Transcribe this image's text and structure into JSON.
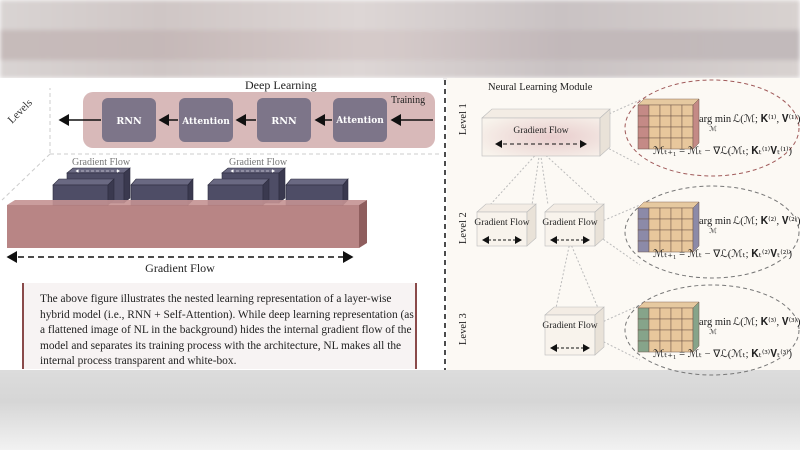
{
  "left_panel": {
    "title": "Deep Learning",
    "training_label": "Training",
    "blocks": [
      "RNN",
      "Attention",
      "RNN",
      "Attention"
    ],
    "axis_label": "Levels",
    "gradient_flow_labels": [
      "Gradient Flow",
      "Gradient Flow"
    ],
    "bottom_label": "Gradient Flow",
    "description": "The above figure illustrates the nested learning representation of a layer-wise hybrid model (i.e., RNN + Self-Attention). While deep learning representation (as a flattened image of NL in the background) hides the internal gradient flow of the model and separates its training process with the architecture, NL makes all the internal process transparent and white-box."
  },
  "right_panel": {
    "title": "Neural Learning Module",
    "levels": [
      {
        "label": "Level 1",
        "boxes": [
          "Gradient Flow"
        ],
        "argmin": "arg min",
        "argmin_sub": "ℳ",
        "objective": "ℒ(ℳ; 𝐊⁽¹⁾, 𝐕⁽¹⁾)",
        "update": "ℳₜ₊₁ = ℳₜ − ∇ℒ(ℳₜ; 𝐊ₜ⁽¹⁾𝐕ₜ⁽¹⁾)"
      },
      {
        "label": "Level 2",
        "boxes": [
          "Gradient Flow",
          "Gradient Flow"
        ],
        "argmin": "arg min",
        "argmin_sub": "ℳ",
        "objective": "ℒ(ℳ; 𝐊⁽²⁾, 𝐕⁽²⁾)",
        "update": "ℳₜ₊₁ = ℳₜ − ∇ℒ(ℳₜ; 𝐊ₜ⁽²⁾𝐕ₜ⁽²⁾)"
      },
      {
        "label": "Level 3",
        "boxes": [
          "Gradient Flow"
        ],
        "argmin": "arg min",
        "argmin_sub": "ℳ",
        "objective": "ℒ(ℳ; 𝐊⁽³⁾, 𝐕⁽³⁾)",
        "update": "ℳₜ₊₁ = ℳₜ − ∇ℒ(ℳₜ; 𝐊ₜ⁽³⁾𝐕ₜ⁽³⁾)"
      }
    ]
  },
  "colors": {
    "pink_band": "#c9a3a3",
    "block": "#7d7589",
    "slate": "#4e4d66",
    "border": "#8a4a4a",
    "level1_cube": "#c48a86",
    "level2_cube": "#8c8aa8",
    "level3_cube": "#86a48a"
  }
}
